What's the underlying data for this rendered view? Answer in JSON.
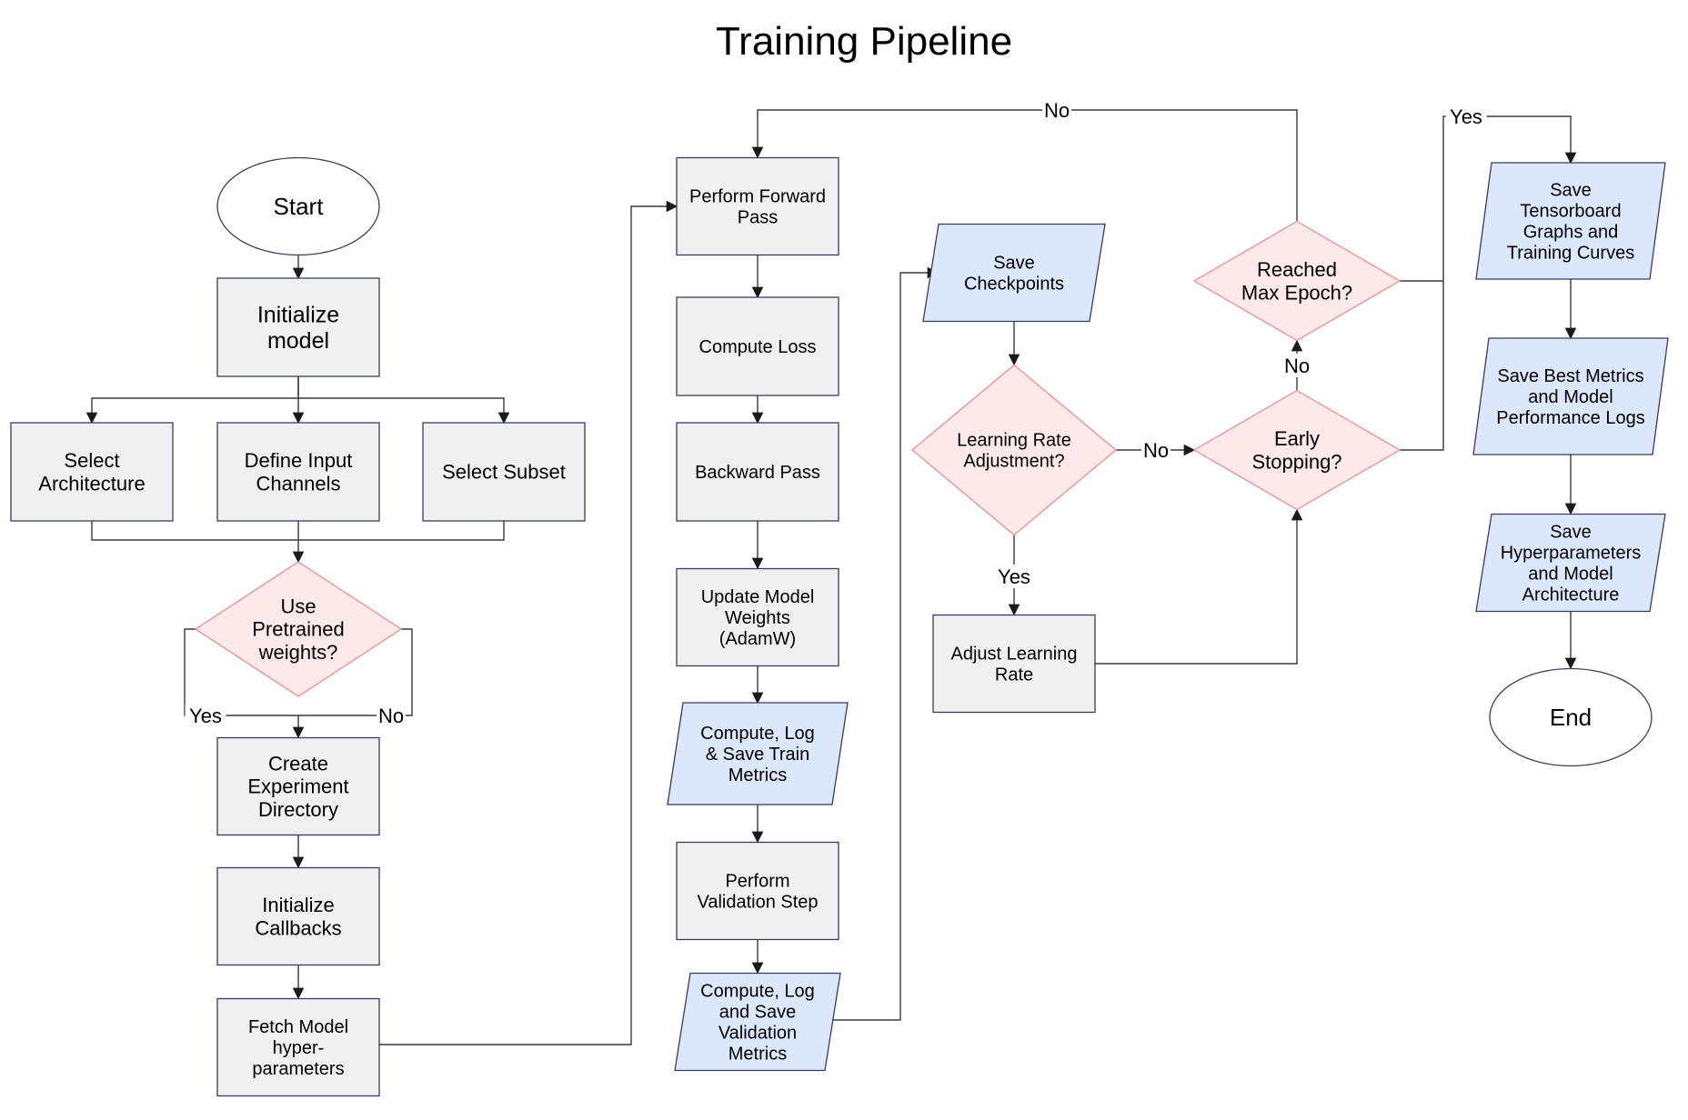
{
  "title": "Training Pipeline",
  "colors": {
    "process_fill": "#f0f0f0",
    "io_fill": "#dbe7fb",
    "decision_fill": "#fde9e9",
    "decision_stroke": "#f28c8c",
    "stroke": "#3b3b5c",
    "edge": "#3a3a3a"
  },
  "nodes": {
    "start": [
      "Start"
    ],
    "init_model": [
      "Initialize",
      "model"
    ],
    "select_arch": [
      "Select",
      "Architecture"
    ],
    "define_input": [
      "Define Input",
      "Channels"
    ],
    "select_subset": [
      "Select Subset"
    ],
    "use_pretrained": [
      "Use",
      "Pretrained",
      "weights?"
    ],
    "create_exp": [
      "Create",
      "Experiment",
      "Directory"
    ],
    "init_callbacks": [
      "Initialize",
      "Callbacks"
    ],
    "fetch_hparams": [
      "Fetch Model",
      "hyper-",
      "parameters"
    ],
    "forward_pass": [
      "Perform Forward",
      "Pass"
    ],
    "compute_loss": [
      "Compute Loss"
    ],
    "backward_pass": [
      "Backward Pass"
    ],
    "update_weights": [
      "Update Model",
      "Weights",
      "(AdamW)"
    ],
    "log_train": [
      "Compute, Log",
      "& Save Train",
      "Metrics"
    ],
    "validation_step": [
      "Perform",
      "Validation Step"
    ],
    "log_val": [
      "Compute, Log",
      "and Save",
      "Validation",
      "Metrics"
    ],
    "save_ckpt": [
      "Save",
      "Checkpoints"
    ],
    "lr_adjust": [
      "Learning Rate",
      "Adjustment?"
    ],
    "adjust_lr": [
      "Adjust Learning",
      "Rate"
    ],
    "early_stop": [
      "Early",
      "Stopping?"
    ],
    "max_epoch": [
      "Reached",
      "Max Epoch?"
    ],
    "save_tb": [
      "Save",
      "Tensorboard",
      "Graphs and",
      "Training Curves"
    ],
    "save_best": [
      "Save Best Metrics",
      "and Model",
      "Performance Logs"
    ],
    "save_hparams": [
      "Save",
      "Hyperparameters",
      "and Model",
      "Architecture"
    ],
    "end": [
      "End"
    ]
  },
  "edge_labels": {
    "pretrained_yes": "Yes",
    "pretrained_no": "No",
    "max_epoch_no": "No",
    "max_epoch_yes": "Yes",
    "lr_no": "No",
    "lr_yes": "Yes",
    "early_no": "No"
  }
}
